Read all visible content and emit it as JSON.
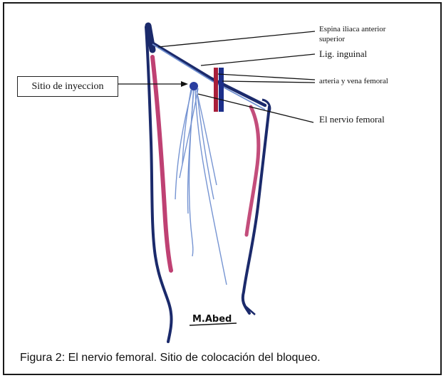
{
  "figure": {
    "caption": "Figura 2: El nervio femoral. Sitio de colocación del bloqueo.",
    "signature": "M.Abed",
    "labels": {
      "injection_site": "Sitio de inyeccion",
      "asis_line1": "Espina iliaca anterior",
      "asis_line2": "superior",
      "inguinal_ligament": "Lig. inguinal",
      "femoral_vessels": "arteria y vena femoral",
      "femoral_nerve": "El nervio femoral"
    },
    "colors": {
      "outline": "#1b2a6b",
      "muscle": "#b4205a",
      "nerve": "#6f8fd0",
      "vessel_red": "#a81e3a",
      "vessel_blue": "#1c2f8a"
    }
  }
}
